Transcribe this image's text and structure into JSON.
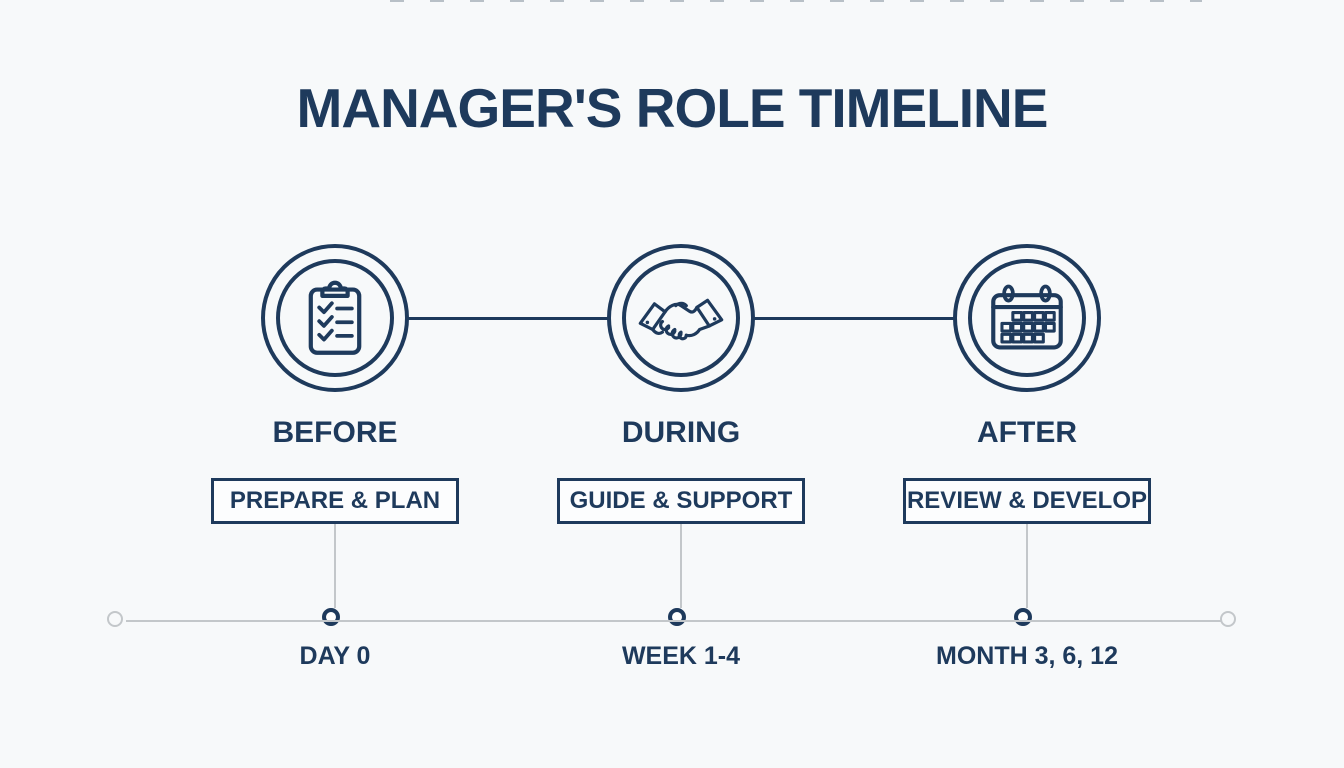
{
  "title": "MANAGER'S ROLE TIMELINE",
  "colors": {
    "navy": "#1e3a5c",
    "timeline_gray": "#c3c7ca",
    "background": "#f7f9fa",
    "box_background": "#fcfdfe"
  },
  "stages": [
    {
      "label": "BEFORE",
      "box_label": "PREPARE & PLAN",
      "time_label": "DAY 0",
      "icon": "clipboard-checklist-icon"
    },
    {
      "label": "DURING",
      "box_label": "GUIDE & SUPPORT",
      "time_label": "WEEK 1-4",
      "icon": "handshake-icon"
    },
    {
      "label": "AFTER",
      "box_label": "REVIEW & DEVELOP",
      "time_label": "MONTH 3, 6, 12",
      "icon": "calendar-icon"
    }
  ]
}
